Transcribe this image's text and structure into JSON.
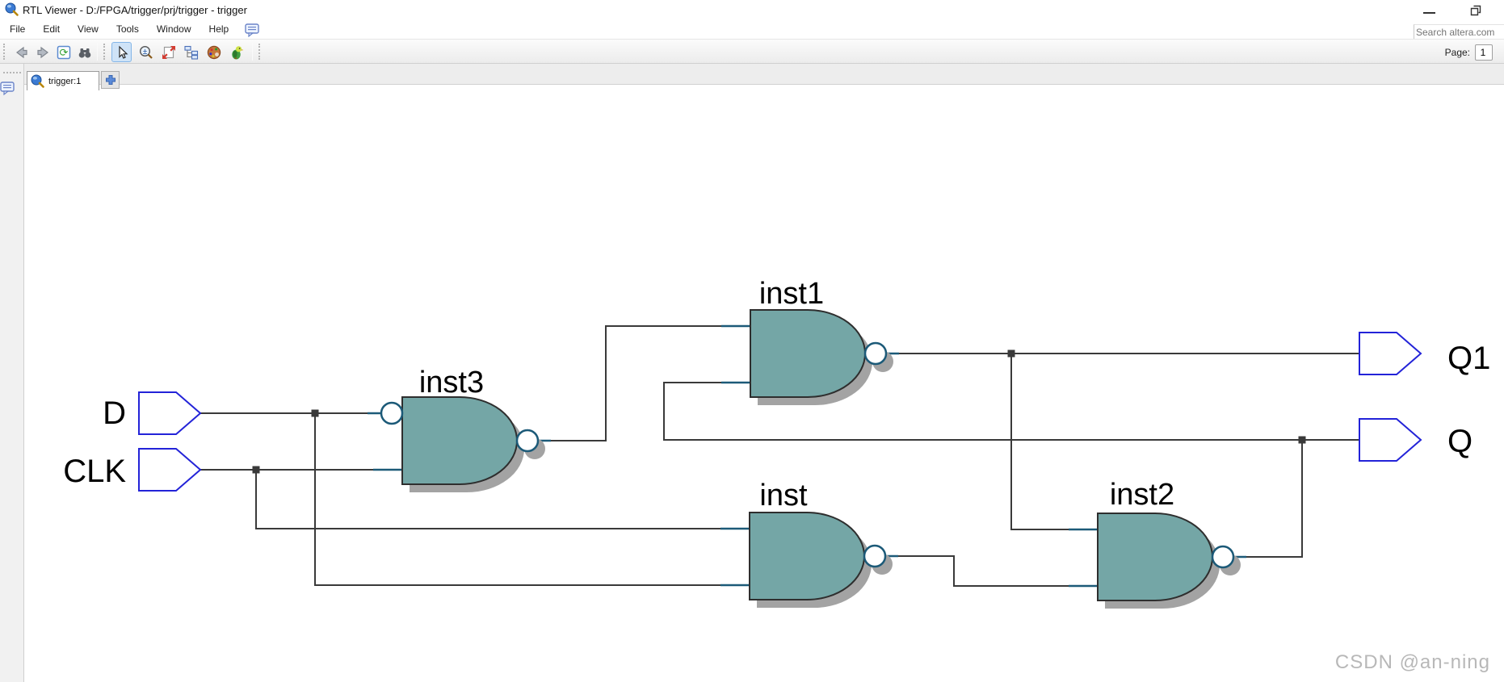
{
  "window": {
    "title": "RTL Viewer - D:/FPGA/trigger/prj/trigger - trigger"
  },
  "menu": {
    "items": [
      "File",
      "Edit",
      "View",
      "Tools",
      "Window",
      "Help"
    ]
  },
  "search": {
    "placeholder": "Search altera.com"
  },
  "toolbar": {
    "page_label": "Page:",
    "page_value": "1",
    "selected_tool": "cursor"
  },
  "tabs": {
    "active": "trigger:1"
  },
  "icons": {
    "titlebar": [
      "rtl-viewer-magnifier"
    ],
    "menubar_extra": [
      "notes-bubble"
    ],
    "toolbar": [
      "back",
      "forward",
      "refresh",
      "find-binoculars",
      "cursor-select",
      "zoom-magnifier",
      "fit-view",
      "hierarchy-tree",
      "color-palette",
      "bird"
    ],
    "tabbar": [
      "rtl-viewer-magnifier",
      "add-tab-plus"
    ],
    "sidebar": [
      "notes-bubble"
    ],
    "window_controls": [
      "minimize",
      "restore"
    ]
  },
  "schematic": {
    "inputs": [
      {
        "name": "D"
      },
      {
        "name": "CLK"
      }
    ],
    "outputs": [
      {
        "name": "Q1"
      },
      {
        "name": "Q"
      }
    ],
    "gates": [
      {
        "id": "inst3",
        "label": "inst3",
        "type": "NAND2",
        "inverted_inputs": [
          "top"
        ]
      },
      {
        "id": "inst1",
        "label": "inst1",
        "type": "NAND2",
        "inverted_inputs": []
      },
      {
        "id": "inst",
        "label": "inst",
        "type": "NAND2",
        "inverted_inputs": []
      },
      {
        "id": "inst2",
        "label": "inst2",
        "type": "NAND2",
        "inverted_inputs": []
      }
    ],
    "nets": [
      "D -> inst3.in1(inverted)",
      "CLK -> inst3.in2",
      "CLK -> inst.in1",
      "D -> inst.in2",
      "inst3.out -> inst1.in1",
      "inst2.out -> inst1.in2",
      "inst1.out -> Q1",
      "inst1.out -> inst2.in1",
      "inst.out -> inst2.in2",
      "inst2.out -> Q"
    ]
  },
  "watermark": "CSDN @an-ning",
  "theme": {
    "gate_fill": "#74a6a6",
    "gate_stroke": "#2e2e2e",
    "gate_shadow": "#a3a3a3",
    "wire_color": "#3a3a3a",
    "pin_color": "#1c5a78",
    "bubble_stroke": "#1c5a78",
    "port_stroke": "#2323d8",
    "chrome_bg": "#f1f1f1",
    "tabbar_bg": "#ededed",
    "selected_tool_bg": "#cfe3f7",
    "selected_tool_border": "#84b6e8",
    "watermark_color": "#b8b8b8",
    "canvas_bg": "#ffffff",
    "text_color": "#1a1a1a"
  }
}
